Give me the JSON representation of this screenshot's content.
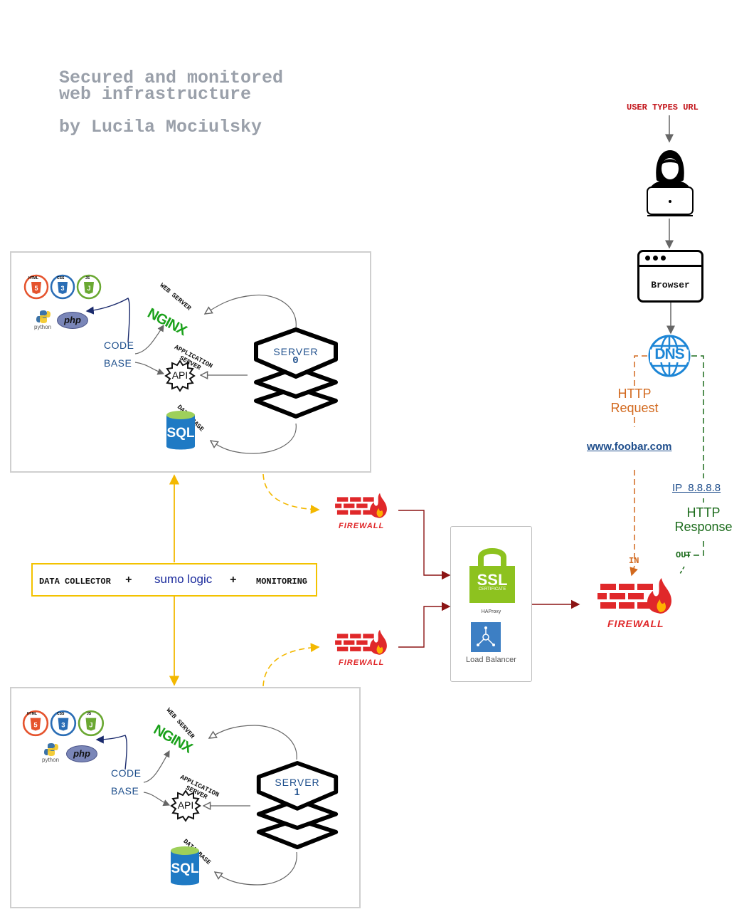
{
  "title": {
    "line1": "Secured and monitored",
    "line2": "web infrastructure",
    "author": "by Lucila  Mociulsky"
  },
  "client": {
    "user_types_url": "USER  TYPES  URL",
    "browser_label": "Browser",
    "dns_label": "DNS",
    "http_request": [
      "HTTP",
      "Request"
    ],
    "domain": "www.foobar.com",
    "ip": "IP  8.8.8.8",
    "http_response": [
      "HTTP",
      "Response"
    ],
    "in_label": "IN",
    "out_label": "OUT"
  },
  "firewall_label": "FIREWALL",
  "load_balancer": {
    "ssl_text": "SSL",
    "ssl_sub": "CERTIFICATE",
    "haproxy": "HAProxy",
    "label": "Load Balancer"
  },
  "monitoring": {
    "data_collector": "DATA  COLLECTOR",
    "plus": "+",
    "brand": "sumo logic",
    "monitoring": "MONITORING"
  },
  "servers": [
    {
      "name_line1": "SERVER",
      "name_line2": "0",
      "web_server": "WEB  SERVER",
      "nginx": "NGINX",
      "app_server": [
        "APPLICATION",
        "SERVER"
      ],
      "api": "API",
      "data_base": "DATA BASE",
      "sql": "SQL",
      "code": "CODE",
      "base": "BASE",
      "html": "HTML",
      "css": "CSS",
      "js": "JS",
      "python": "python",
      "php": "php"
    },
    {
      "name_line1": "SERVER",
      "name_line2": "1",
      "web_server": "WEB  SERVER",
      "nginx": "NGINX",
      "app_server": [
        "APPLICATION",
        "SERVER"
      ],
      "api": "API",
      "data_base": "DATA BASE",
      "sql": "SQL",
      "code": "CODE",
      "base": "BASE",
      "html": "HTML",
      "css": "CSS",
      "js": "JS",
      "python": "python",
      "php": "php"
    }
  ],
  "colors": {
    "title_gray": "#9aa0aa",
    "firewall_red": "#e0282a",
    "request_orange": "#d2691e",
    "response_green": "#1b6b1b",
    "link_blue": "#1f4e8c",
    "monitor_yellow": "#f3b800",
    "arrow_darkred": "#8b1414"
  }
}
